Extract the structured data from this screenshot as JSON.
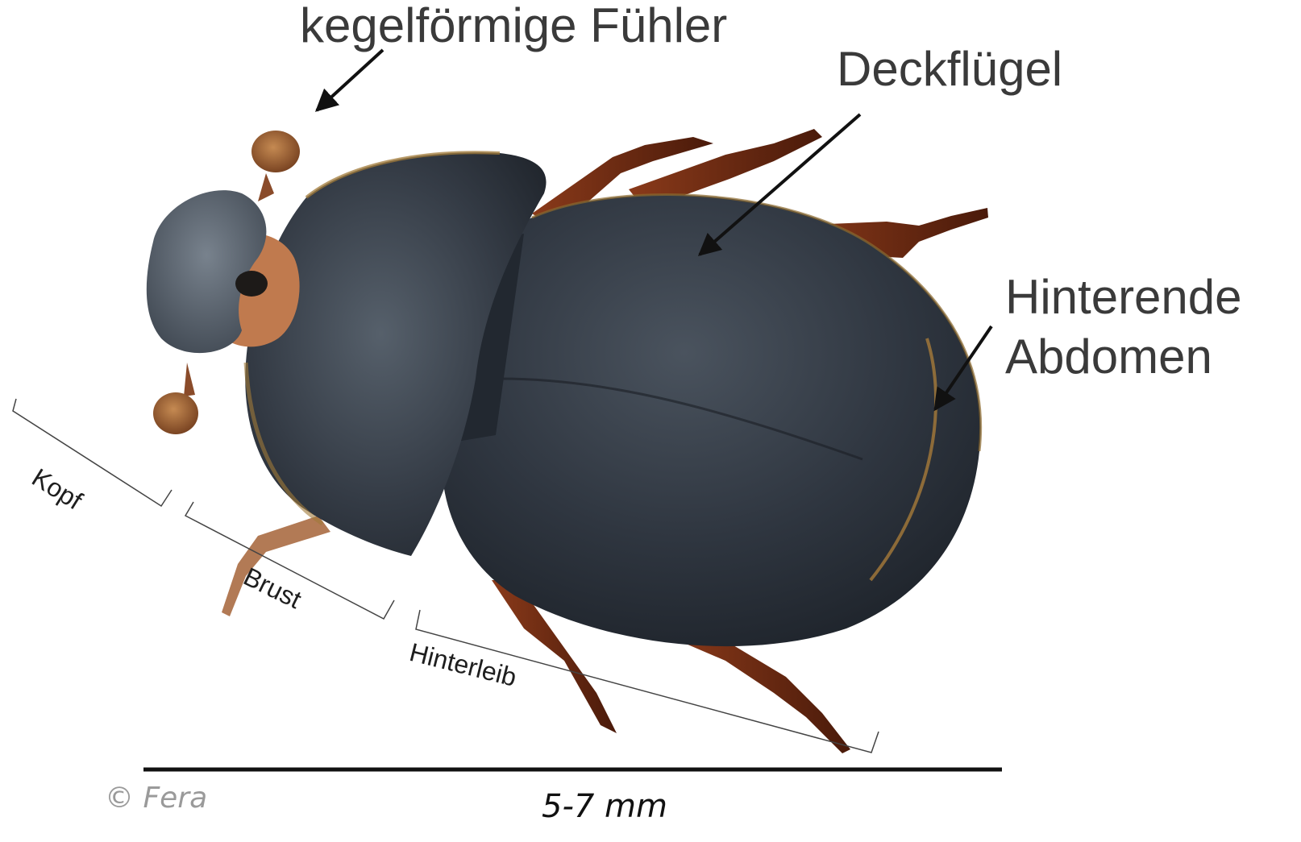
{
  "labels": {
    "antennae": "kegelförmige Fühler",
    "elytra": "Deckflügel",
    "rear_line1": "Hinterende",
    "rear_line2": "Abdomen",
    "head": "Kopf",
    "thorax": "Brust",
    "abdomen": "Hinterleib"
  },
  "scale": {
    "text": "5-7 mm"
  },
  "credit": {
    "text": "© Fera"
  },
  "colors": {
    "label_text": "#3a3a3a",
    "arrow": "#111111",
    "beetle_body": "#2c333d",
    "beetle_legs": "#6e2c14",
    "bracket": "#444444"
  },
  "icons": {
    "subject": "small-hive-beetle-illustration"
  }
}
